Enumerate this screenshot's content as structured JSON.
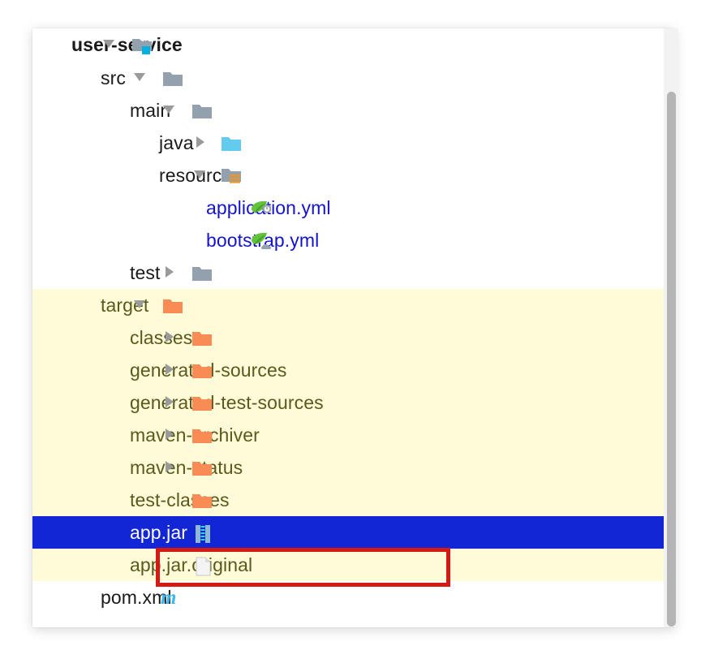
{
  "panel": {
    "kind": "project-tree-panel",
    "colors": {
      "selected_row_bg": "#1226d6",
      "selected_row_text": "#ffffff",
      "highlight_row_bg": "#fdfbd8",
      "highlight_row_text": "#5a5a1e",
      "annotation_border": "#d51a15",
      "link_text": "#1414cf",
      "folder_gray": "#92a1ad",
      "folder_orange": "#f98b54",
      "folder_java_blue": "#63ccee",
      "module_badge": "#00b0e0",
      "scrollbar_thumb": "#b5b5b5"
    }
  },
  "tree": {
    "rows": [
      {
        "id": "user-service",
        "label": "user-service",
        "icon": "module-folder-icon",
        "arrow": "chevron-down-icon",
        "indent": 0,
        "style": "plain",
        "bold": true
      },
      {
        "id": "src",
        "label": "src",
        "icon": "folder-gray-icon",
        "arrow": "chevron-down-icon",
        "indent": 1,
        "style": "plain",
        "bold": false
      },
      {
        "id": "main",
        "label": "main",
        "icon": "folder-gray-icon",
        "arrow": "chevron-down-icon",
        "indent": 2,
        "style": "plain",
        "bold": false
      },
      {
        "id": "java",
        "label": "java",
        "icon": "folder-source-java-icon",
        "arrow": "chevron-right-icon",
        "indent": 3,
        "style": "plain",
        "bold": false
      },
      {
        "id": "resources",
        "label": "resources",
        "icon": "folder-resources-icon",
        "arrow": "chevron-down-icon",
        "indent": 3,
        "style": "plain",
        "bold": false
      },
      {
        "id": "application-yml",
        "label": "application.yml",
        "icon": "spring-config-leaf-icon",
        "arrow": "none",
        "indent": 4,
        "style": "plain",
        "bold": false,
        "link": true
      },
      {
        "id": "bootstrap-yml",
        "label": "bootstrap.yml",
        "icon": "spring-cloud-leaf-icon",
        "arrow": "none",
        "indent": 4,
        "style": "plain",
        "bold": false,
        "link": true
      },
      {
        "id": "test",
        "label": "test",
        "icon": "folder-gray-icon",
        "arrow": "chevron-right-icon",
        "indent": 2,
        "style": "plain",
        "bold": false
      },
      {
        "id": "target",
        "label": "target",
        "icon": "folder-orange-icon",
        "arrow": "chevron-down-icon",
        "indent": 1,
        "style": "yellow",
        "bold": false
      },
      {
        "id": "classes",
        "label": "classes",
        "icon": "folder-orange-icon",
        "arrow": "chevron-right-icon",
        "indent": 2,
        "style": "yellow",
        "bold": false
      },
      {
        "id": "generated-sources",
        "label": "generated-sources",
        "icon": "folder-orange-icon",
        "arrow": "chevron-right-icon",
        "indent": 2,
        "style": "yellow",
        "bold": false
      },
      {
        "id": "generated-test-sources",
        "label": "generated-test-sources",
        "icon": "folder-orange-icon",
        "arrow": "chevron-right-icon",
        "indent": 2,
        "style": "yellow",
        "bold": false
      },
      {
        "id": "maven-archiver",
        "label": "maven-archiver",
        "icon": "folder-orange-icon",
        "arrow": "chevron-right-icon",
        "indent": 2,
        "style": "yellow",
        "bold": false
      },
      {
        "id": "maven-status",
        "label": "maven-status",
        "icon": "folder-orange-icon",
        "arrow": "chevron-right-icon",
        "indent": 2,
        "style": "yellow",
        "bold": false
      },
      {
        "id": "test-classes",
        "label": "test-classes",
        "icon": "folder-orange-icon",
        "arrow": "none",
        "indent": 2,
        "style": "yellow",
        "bold": false
      },
      {
        "id": "app-jar",
        "label": "app.jar",
        "icon": "jar-archive-icon",
        "arrow": "none",
        "indent": 2,
        "style": "selected",
        "bold": false,
        "selected": true,
        "annotated": true
      },
      {
        "id": "app-jar-original",
        "label": "app.jar.original",
        "icon": "file-blank-icon",
        "arrow": "none",
        "indent": 2,
        "style": "yellow",
        "bold": false
      },
      {
        "id": "pom-xml",
        "label": "pom.xml",
        "icon": "maven-m-icon",
        "arrow": "none",
        "indent": 1,
        "style": "plain",
        "bold": false
      }
    ]
  },
  "scrollbar": {
    "orientation": "vertical",
    "name": "vertical-scrollbar"
  }
}
